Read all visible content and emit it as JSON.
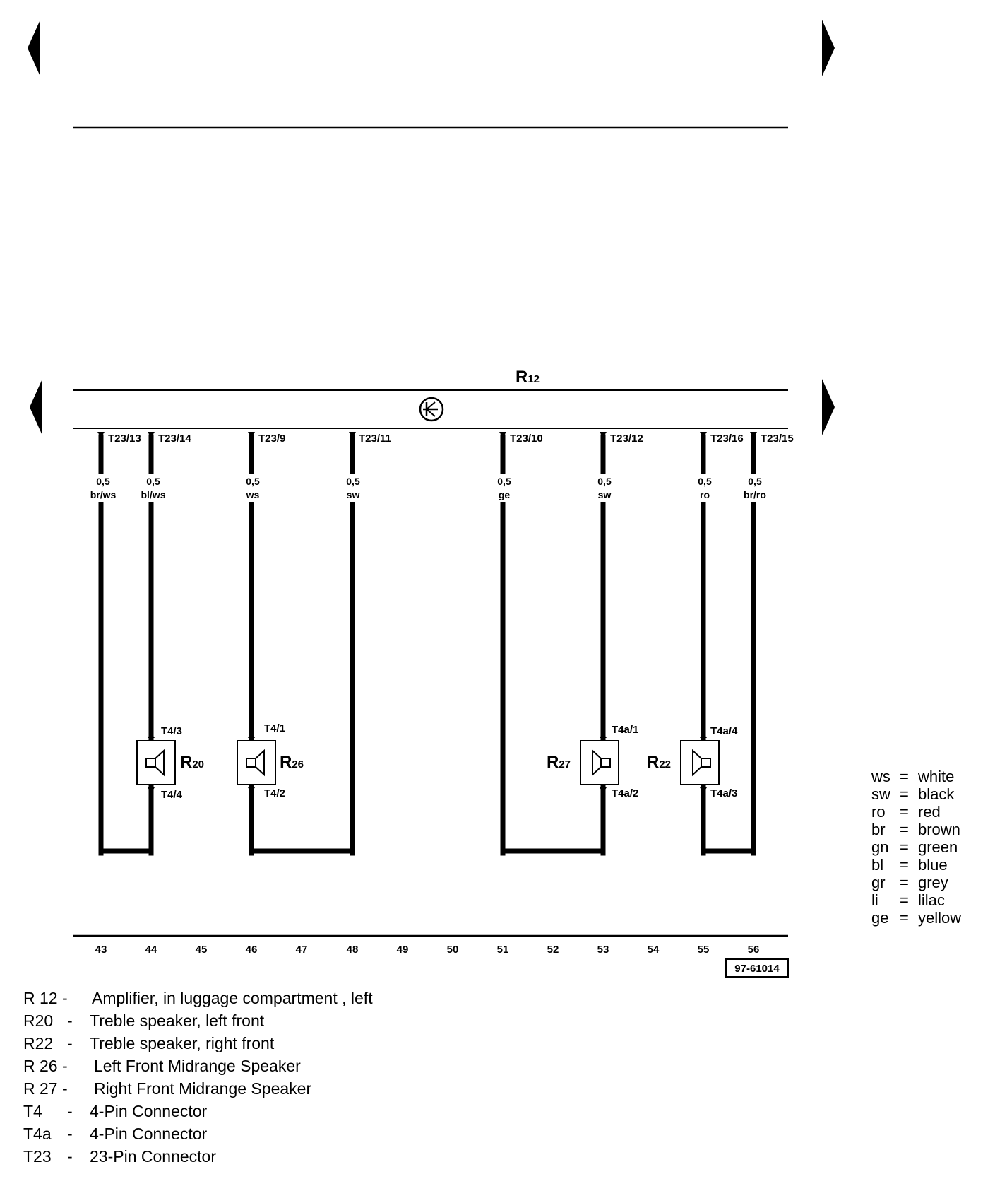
{
  "diagram": {
    "component": {
      "letter": "R",
      "number": "12"
    },
    "pins": [
      {
        "connector": "T23/13",
        "size": "0,5",
        "color": "br/ws"
      },
      {
        "connector": "T23/14",
        "size": "0,5",
        "color": "bl/ws"
      },
      {
        "connector": "T23/9",
        "size": "0,5",
        "color": "ws"
      },
      {
        "connector": "T23/11",
        "size": "0,5",
        "color": "sw"
      },
      {
        "connector": "T23/10",
        "size": "0,5",
        "color": "ge"
      },
      {
        "connector": "T23/12",
        "size": "0,5",
        "color": "sw"
      },
      {
        "connector": "T23/16",
        "size": "0,5",
        "color": "ro"
      },
      {
        "connector": "T23/15",
        "size": "0,5",
        "color": "br/ro"
      }
    ],
    "speakers": [
      {
        "letter": "R",
        "number": "20",
        "top_pin": "T4/3",
        "bottom_pin": "T4/4"
      },
      {
        "letter": "R",
        "number": "26",
        "top_pin": "T4/1",
        "bottom_pin": "T4/2"
      },
      {
        "letter": "R",
        "number": "27",
        "top_pin": "T4a/1",
        "bottom_pin": "T4a/2"
      },
      {
        "letter": "R",
        "number": "22",
        "top_pin": "T4a/4",
        "bottom_pin": "T4a/3"
      }
    ],
    "grid_numbers": [
      "43",
      "44",
      "45",
      "46",
      "47",
      "48",
      "49",
      "50",
      "51",
      "52",
      "53",
      "54",
      "55",
      "56"
    ],
    "reference": "97-61014"
  },
  "color_key": [
    {
      "abbr": "ws",
      "name": "white"
    },
    {
      "abbr": "sw",
      "name": "black"
    },
    {
      "abbr": "ro",
      "name": "red"
    },
    {
      "abbr": "br",
      "name": "brown"
    },
    {
      "abbr": "gn",
      "name": "green"
    },
    {
      "abbr": "bl",
      "name": "blue"
    },
    {
      "abbr": "gr",
      "name": "grey"
    },
    {
      "abbr": "li",
      "name": "lilac"
    },
    {
      "abbr": "ge",
      "name": "yellow"
    }
  ],
  "legend": [
    {
      "code": "R 12 -",
      "dash": "",
      "desc": "Amplifier, in luggage compartment , left"
    },
    {
      "code": "R20",
      "dash": "-",
      "desc": "Treble speaker, left front"
    },
    {
      "code": "R22",
      "dash": "-",
      "desc": "Treble speaker, right front"
    },
    {
      "code": "R 26 -",
      "dash": "",
      "desc": "Left Front Midrange Speaker"
    },
    {
      "code": "R 27 -",
      "dash": "",
      "desc": "Right Front Midrange Speaker"
    },
    {
      "code": "T4",
      "dash": "-",
      "desc": "4-Pin Connector"
    },
    {
      "code": "T4a",
      "dash": "-",
      "desc": "4-Pin Connector"
    },
    {
      "code": "T23",
      "dash": "-",
      "desc": "23-Pin Connector"
    }
  ]
}
